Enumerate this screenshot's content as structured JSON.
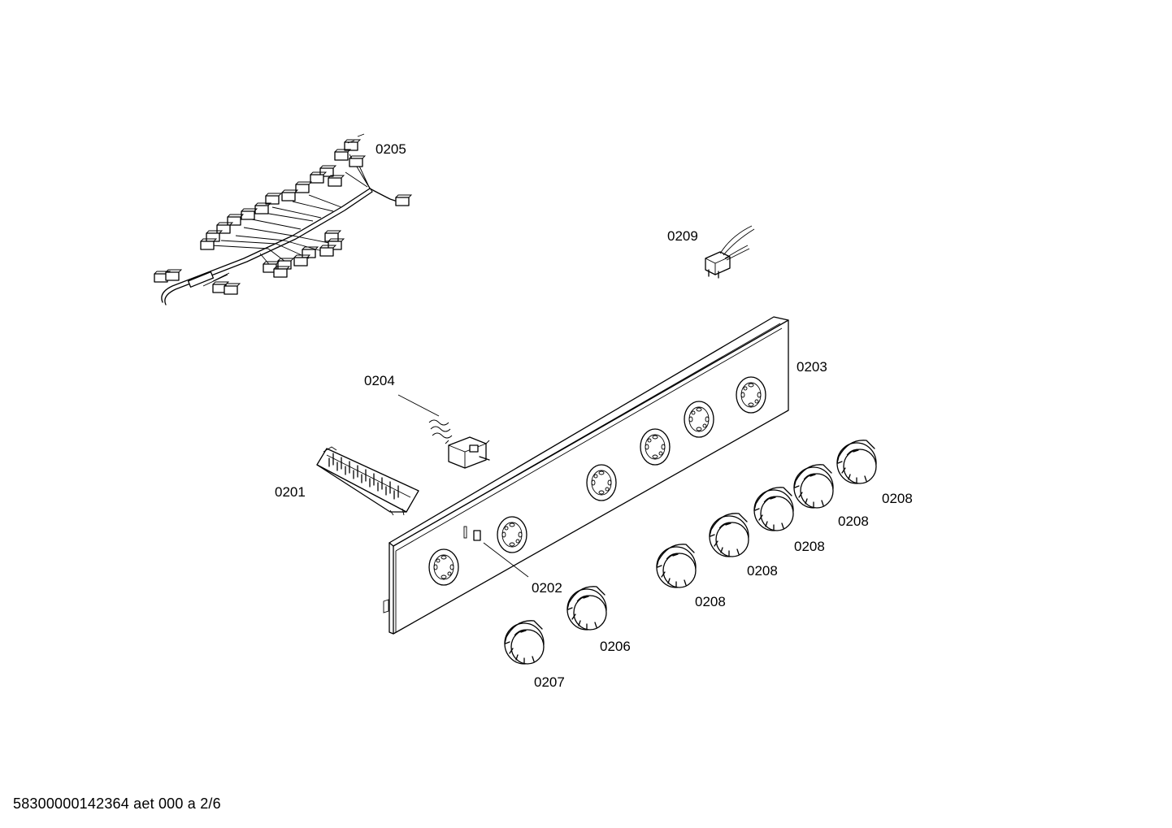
{
  "parts": {
    "p0201": "0201",
    "p0202": "0202",
    "p0203": "0203",
    "p0204": "0204",
    "p0205": "0205",
    "p0206": "0206",
    "p0207": "0207",
    "p0208": "0208",
    "p0209": "0209"
  },
  "footer": {
    "doc_id": "58300000142364 aet 000 a 2/6"
  }
}
